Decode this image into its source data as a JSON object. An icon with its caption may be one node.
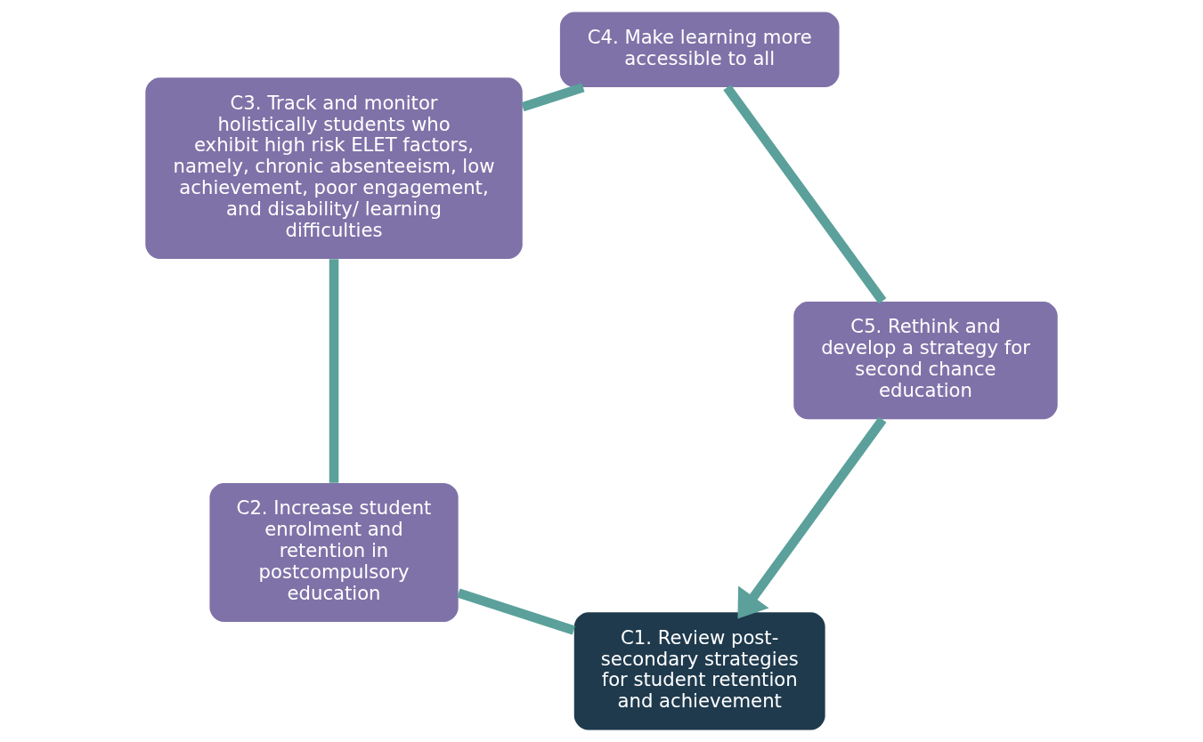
{
  "diagram": {
    "nodes": [
      {
        "text": [
          "C1. Review post-secondary strategies for student retention and achievement"
        ]
      },
      {
        "text": [
          "C2. Increase student enrolment and retention in postcompulsory education"
        ]
      },
      {
        "text": [
          "C3. Track and monitor holistically students who exhibit high risk ELET factors, namely, chronic absenteeism, low achievement, poor engagement, and disability/ learning difficulties"
        ]
      },
      {
        "text": [
          "C4. Make learning more accessible to all"
        ]
      },
      {
        "text": [
          "C5. Rethink and develop a strategy for second chance education"
        ]
      }
    ],
    "edges": [
      {
        "from": 0,
        "to": 1,
        "arrow": "none"
      },
      {
        "from": 1,
        "to": 2,
        "arrow": "none"
      },
      {
        "from": 2,
        "to": 3,
        "arrow": "none"
      },
      {
        "from": 3,
        "to": 4,
        "arrow": "none"
      },
      {
        "from": 4,
        "to": 0,
        "arrow": "to"
      }
    ]
  }
}
